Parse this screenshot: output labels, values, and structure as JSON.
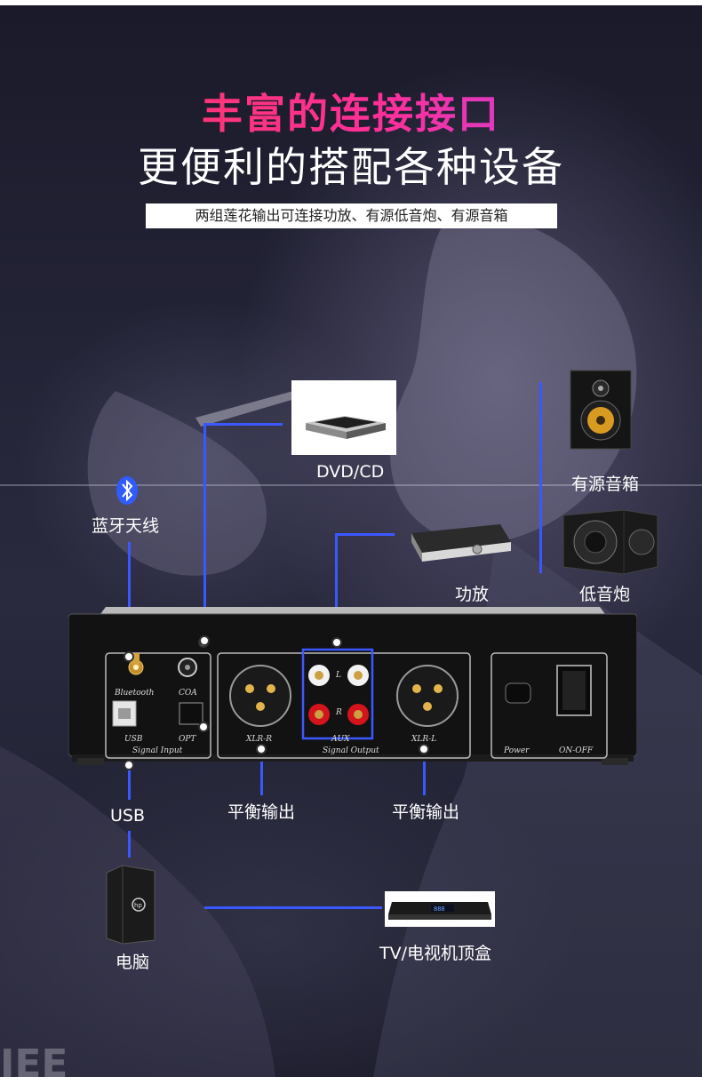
{
  "header": {
    "title": "丰富的连接接口",
    "subtitle": "更便利的搭配各种设备",
    "description": "两组莲花输出可连接功放、有源低音炮、有源音箱"
  },
  "devices": {
    "dvd": "DVD/CD",
    "active_speaker": "有源音箱",
    "bluetooth_antenna": "蓝牙天线",
    "amplifier": "功放",
    "subwoofer": "低音炮",
    "usb": "USB",
    "balanced_out_left": "平衡输出",
    "balanced_out_right": "平衡输出",
    "computer": "电脑",
    "tv_box": "TV/电视机顶盒"
  },
  "panel": {
    "bluetooth": "Bluetooth",
    "coa": "COA",
    "usb": "USB",
    "opt": "OPT",
    "signal_input": "Signal Input",
    "xlr_r": "XLR-R",
    "aux": "AUX",
    "xlr_l": "XLR-L",
    "signal_output": "Signal Output",
    "ch_l": "L",
    "ch_r": "R",
    "power": "Power",
    "on_off": "ON-OFF"
  },
  "thumbs": {
    "dvd_brand": "",
    "box_display": "888"
  },
  "colors": {
    "wire": "#3b58ff",
    "title_gradient_start": "#ff3b56",
    "title_gradient_end": "#a54bff",
    "rca_white": "#f2f2f2",
    "rca_red": "#d4141c",
    "gold": "#d6a23a"
  },
  "icons": {
    "bluetooth": "bluetooth-icon",
    "computer": "pc-tower-icon",
    "speaker": "bookshelf-speaker-icon",
    "subwoofer": "subwoofer-icon"
  }
}
